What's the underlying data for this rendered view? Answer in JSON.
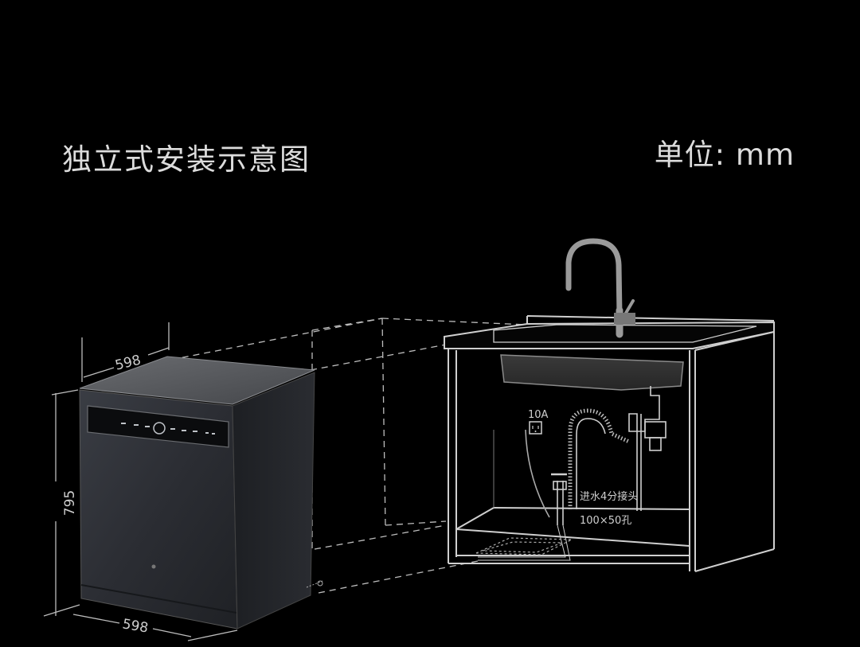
{
  "header": {
    "title": "独立式安装示意图",
    "unit": "单位: mm"
  },
  "dimensions": {
    "top_width": "598",
    "height": "795",
    "bottom_width": "598"
  },
  "callouts": {
    "socket": "10A",
    "inlet": "进水4分接头",
    "hole": "100×50孔"
  },
  "colors": {
    "background": "#000000",
    "line": "#d0d0d0",
    "appliance": "#2e3035"
  }
}
